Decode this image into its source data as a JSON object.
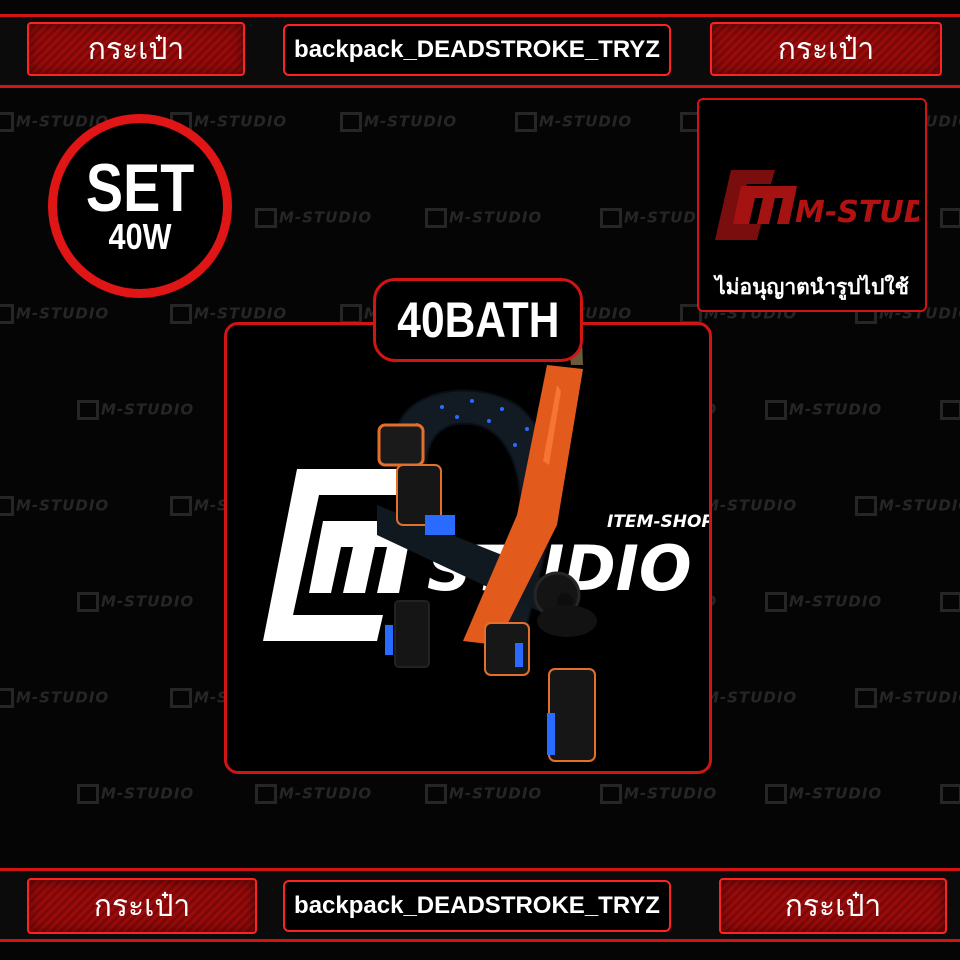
{
  "header": {
    "left_label": "กระเป๋า",
    "item_name": "backpack_DEADSTROKE_TRYZ",
    "right_label": "กระเป๋า"
  },
  "footer": {
    "left_label": "กระเป๋า",
    "item_name": "backpack_DEADSTROKE_TRYZ",
    "right_label": "กระเป๋า"
  },
  "set_badge": {
    "title": "SET",
    "subtitle": "40W"
  },
  "logo_card": {
    "logo_text": "M-STUDIO",
    "warning": "ไม่อนุญาตนำรูปไปใช้"
  },
  "product": {
    "price": "40BATH",
    "logo_text": "STUDIO",
    "logo_tagline": "ITEM-SHOP"
  },
  "watermark_text": "M-STUDIO",
  "colors": {
    "accent_red": "#d11414",
    "background": "#050505",
    "strap_blue": "#2a6bff",
    "strap_orange": "#e25a1c"
  }
}
